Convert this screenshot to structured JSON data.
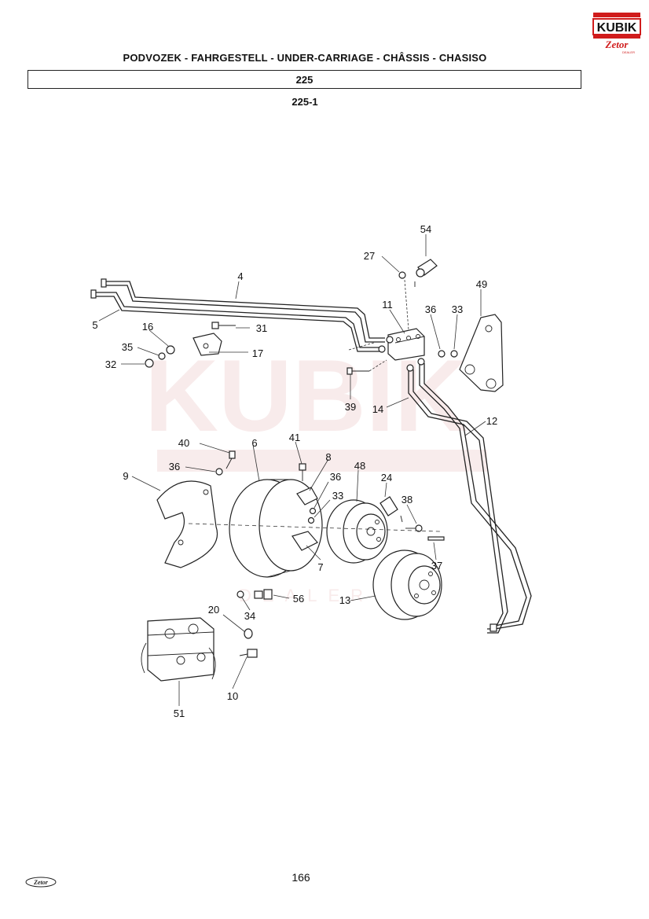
{
  "header": {
    "title": "PODVOZEK - FAHRGESTELL - UNDER-CARRIAGE - CHÂSSIS - CHASISO",
    "section": "225",
    "subsection": "225-1"
  },
  "logo": {
    "brand": "KUBIK",
    "brand_sub": "Zetor",
    "dealer": "DEALER",
    "accent": "#d01c1c"
  },
  "watermark": {
    "text": "KUBIK",
    "sub": "DEALER"
  },
  "footer": {
    "page_number": "166",
    "logo_text": "Zetor"
  },
  "part_labels": [
    {
      "id": "54",
      "text": "54"
    },
    {
      "id": "27",
      "text": "27"
    },
    {
      "id": "4",
      "text": "4"
    },
    {
      "id": "49",
      "text": "49"
    },
    {
      "id": "11",
      "text": "11"
    },
    {
      "id": "36a",
      "text": "36"
    },
    {
      "id": "33a",
      "text": "33"
    },
    {
      "id": "5",
      "text": "5"
    },
    {
      "id": "16",
      "text": "16"
    },
    {
      "id": "31",
      "text": "31"
    },
    {
      "id": "35",
      "text": "35"
    },
    {
      "id": "17",
      "text": "17"
    },
    {
      "id": "32",
      "text": "32"
    },
    {
      "id": "39",
      "text": "39"
    },
    {
      "id": "14",
      "text": "14"
    },
    {
      "id": "12",
      "text": "12"
    },
    {
      "id": "41",
      "text": "41"
    },
    {
      "id": "40",
      "text": "40"
    },
    {
      "id": "6",
      "text": "6"
    },
    {
      "id": "8",
      "text": "8"
    },
    {
      "id": "36b",
      "text": "36"
    },
    {
      "id": "48",
      "text": "48"
    },
    {
      "id": "9",
      "text": "9"
    },
    {
      "id": "36c",
      "text": "36"
    },
    {
      "id": "24",
      "text": "24"
    },
    {
      "id": "33b",
      "text": "33"
    },
    {
      "id": "38",
      "text": "38"
    },
    {
      "id": "7",
      "text": "7"
    },
    {
      "id": "37",
      "text": "37"
    },
    {
      "id": "13",
      "text": "13"
    },
    {
      "id": "56",
      "text": "56"
    },
    {
      "id": "34",
      "text": "34"
    },
    {
      "id": "20",
      "text": "20"
    },
    {
      "id": "10",
      "text": "10"
    },
    {
      "id": "51",
      "text": "51"
    }
  ]
}
